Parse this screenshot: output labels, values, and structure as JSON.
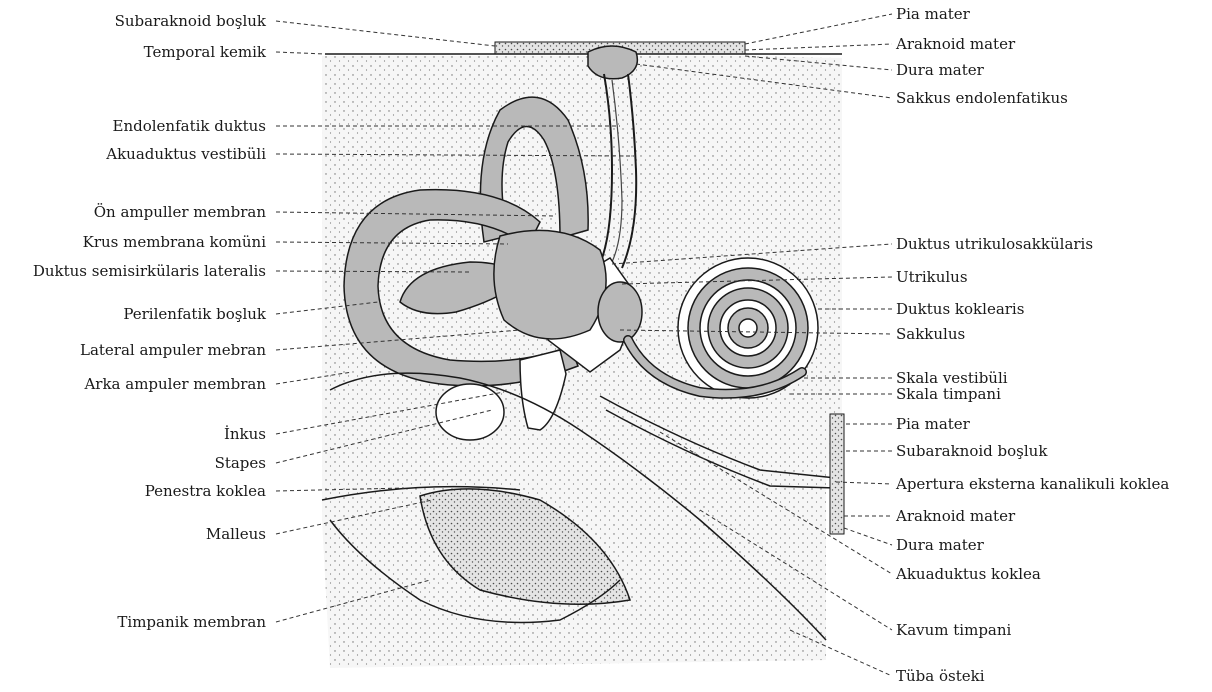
{
  "labels_left": [
    {
      "key": "subaraknoid_bosluk_1",
      "text": "Subaraknoid boşluk"
    },
    {
      "key": "temporal_kemik",
      "text": "Temporal kemik"
    },
    {
      "key": "endolenfatik_duktus",
      "text": "Endolenfatik duktus"
    },
    {
      "key": "akuaduktus_vestibuli",
      "text": "Akuaduktus vestibüli"
    },
    {
      "key": "on_ampuller_membran",
      "text": "Ön ampuller membran"
    },
    {
      "key": "krus_membrana_komuni",
      "text": "Krus membrana komüni"
    },
    {
      "key": "duktus_semisirkularis_lateralis",
      "text": "Duktus semisirkülaris lateralis"
    },
    {
      "key": "perilenfatik_bosluk",
      "text": "Perilenfatik boşluk"
    },
    {
      "key": "lateral_ampuler_mebran",
      "text": "Lateral ampuler mebran"
    },
    {
      "key": "arka_ampuler_membran",
      "text": "Arka ampuler membran"
    },
    {
      "key": "inkus",
      "text": "İnkus"
    },
    {
      "key": "stapes",
      "text": "Stapes"
    },
    {
      "key": "penestra_koklea",
      "text": "Penestra koklea"
    },
    {
      "key": "malleus",
      "text": "Malleus"
    },
    {
      "key": "timpanik_membran",
      "text": "Timpanik membran"
    }
  ],
  "labels_right": [
    {
      "key": "pia_mater_1",
      "text": "Pia mater"
    },
    {
      "key": "araknoid_mater_1",
      "text": "Araknoid mater"
    },
    {
      "key": "dura_mater_1",
      "text": "Dura mater"
    },
    {
      "key": "sakkus_endolenfatikus",
      "text": "Sakkus endolenfatikus"
    },
    {
      "key": "duktus_utrikulosakkularis",
      "text": "Duktus utrikulosakkülaris"
    },
    {
      "key": "utrikulus",
      "text": "Utrikulus"
    },
    {
      "key": "duktus_koklearis",
      "text": "Duktus koklearis"
    },
    {
      "key": "sakkulus",
      "text": "Sakkulus"
    },
    {
      "key": "skala_vestibuli",
      "text": "Skala vestibüli"
    },
    {
      "key": "skala_timpani",
      "text": "Skala timpani"
    },
    {
      "key": "pia_mater_2",
      "text": "Pia mater"
    },
    {
      "key": "subaraknoid_bosluk_2",
      "text": "Subaraknoid boşluk"
    },
    {
      "key": "apertura",
      "text": "Apertura eksterna kanalikuli koklea"
    },
    {
      "key": "araknoid_mater_2",
      "text": "Araknoid mater"
    },
    {
      "key": "dura_mater_2",
      "text": "Dura mater"
    },
    {
      "key": "akuaduktus_koklea",
      "text": "Akuaduktus koklea"
    },
    {
      "key": "kavum_timpani",
      "text": "Kavum timpani"
    },
    {
      "key": "tuba_osteki",
      "text": "Tüba östeki"
    }
  ],
  "colors": {
    "ink": "#1a1a1a",
    "endolymph_fill": "#b9b9b9",
    "bone_fill": "#f4f4f4",
    "white": "#ffffff"
  }
}
